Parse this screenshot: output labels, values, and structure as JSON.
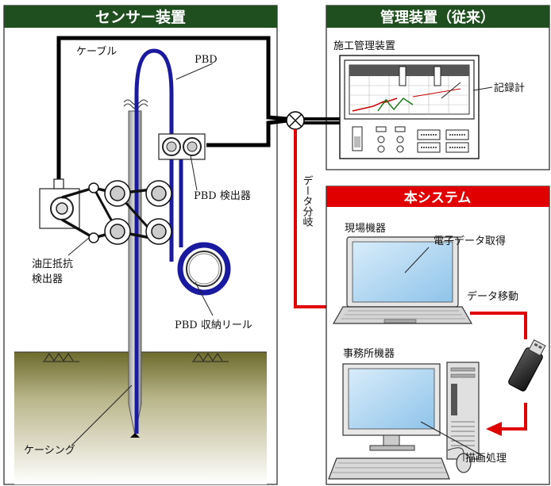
{
  "panels": {
    "sensor": {
      "title": "センサー装置"
    },
    "management": {
      "title": "管理装置（従来）"
    },
    "system": {
      "title": "本システム"
    }
  },
  "labels": {
    "cable": "ケーブル",
    "pbd": "PBD",
    "pbd_detector": "PBD 検出器",
    "hydraulic_line1": "油圧抵抗",
    "hydraulic_line2": "検出器",
    "pbd_reel": "PBD 収納リール",
    "casing": "ケーシング",
    "construction_mgmt": "施工管理装置",
    "recorder": "記録計",
    "data_branch": "データ分岐",
    "field_device": "現場機器",
    "digital_acquisition": "電子データ取得",
    "data_move": "データ移動",
    "office_device": "事務所機器",
    "drawing_process": "描画処理"
  },
  "colors": {
    "header_bg": "#1f4e1f",
    "header_red": "#e00000",
    "cable": "#000000",
    "pbd": "#1a1aa0",
    "data_line": "#e00000",
    "ground": "#6b6b2a"
  }
}
